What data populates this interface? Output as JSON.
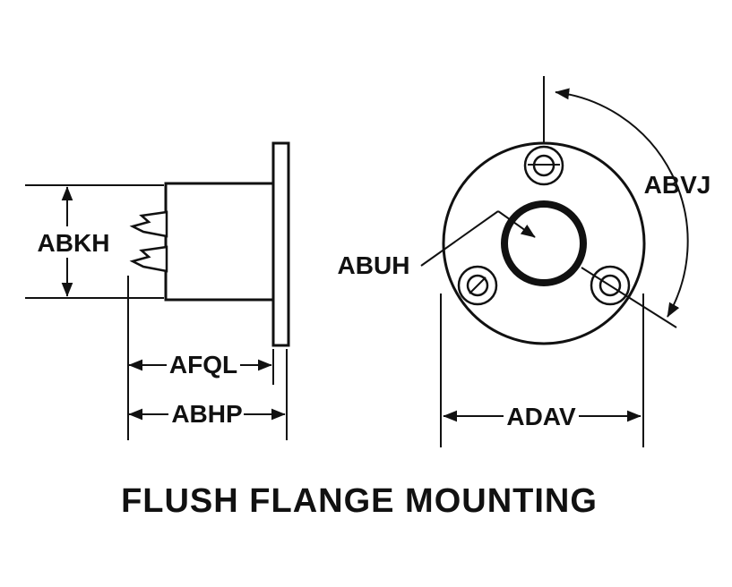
{
  "title": "FLUSH FLANGE MOUNTING",
  "labels": {
    "abkh": "ABKH",
    "afql": "AFQL",
    "abhp": "ABHP",
    "abuh": "ABUH",
    "abvj": "ABVJ",
    "adav": "ADAV"
  },
  "colors": {
    "line": "#111111",
    "background": "#ffffff"
  }
}
